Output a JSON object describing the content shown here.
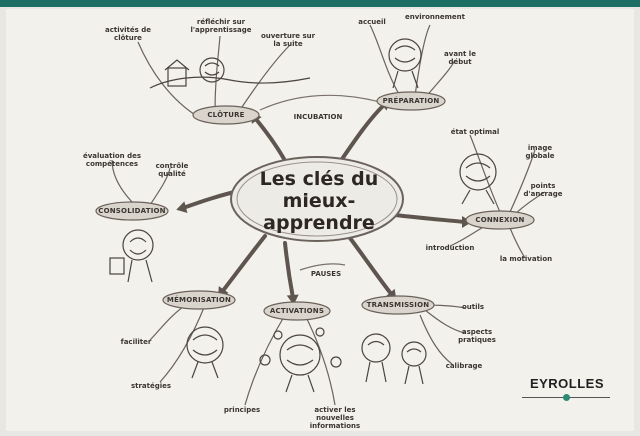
{
  "center": {
    "line1": "Les clés du",
    "line2": "mieux-apprendre"
  },
  "branches": {
    "cloture": {
      "label": "CLÔTURE",
      "items": [
        "activités de clôture",
        "réfléchir sur l'apprentissage",
        "ouverture sur la suite"
      ]
    },
    "preparation": {
      "label": "PRÉPARATION",
      "items": [
        "accueil",
        "environnement",
        "avant le début"
      ]
    },
    "connexion": {
      "label": "CONNEXION",
      "items": [
        "état optimal",
        "image globale",
        "points d'ancrage",
        "introduction",
        "la motivation"
      ]
    },
    "consolidation": {
      "label": "CONSOLIDATION",
      "items": [
        "évaluation des compétences",
        "contrôle qualité"
      ]
    },
    "memorisation": {
      "label": "MÉMORISATION",
      "items": [
        "faciliter",
        "stratégies"
      ]
    },
    "activations": {
      "label": "ACTIVATIONS",
      "items": [
        "principes",
        "activer les nouvelles informations"
      ]
    },
    "transmission": {
      "label": "TRANSMISSION",
      "items": [
        "outils",
        "aspects pratiques",
        "calibrage"
      ]
    }
  },
  "connectors": {
    "incubation": "INCUBATION",
    "pauses": "PAUSES"
  },
  "publisher": "EYROLLES",
  "colors": {
    "bar": "#1d6f63",
    "ink": "#3b3530",
    "bubble": "#d9d4cc",
    "accent": "#2e8a74"
  }
}
